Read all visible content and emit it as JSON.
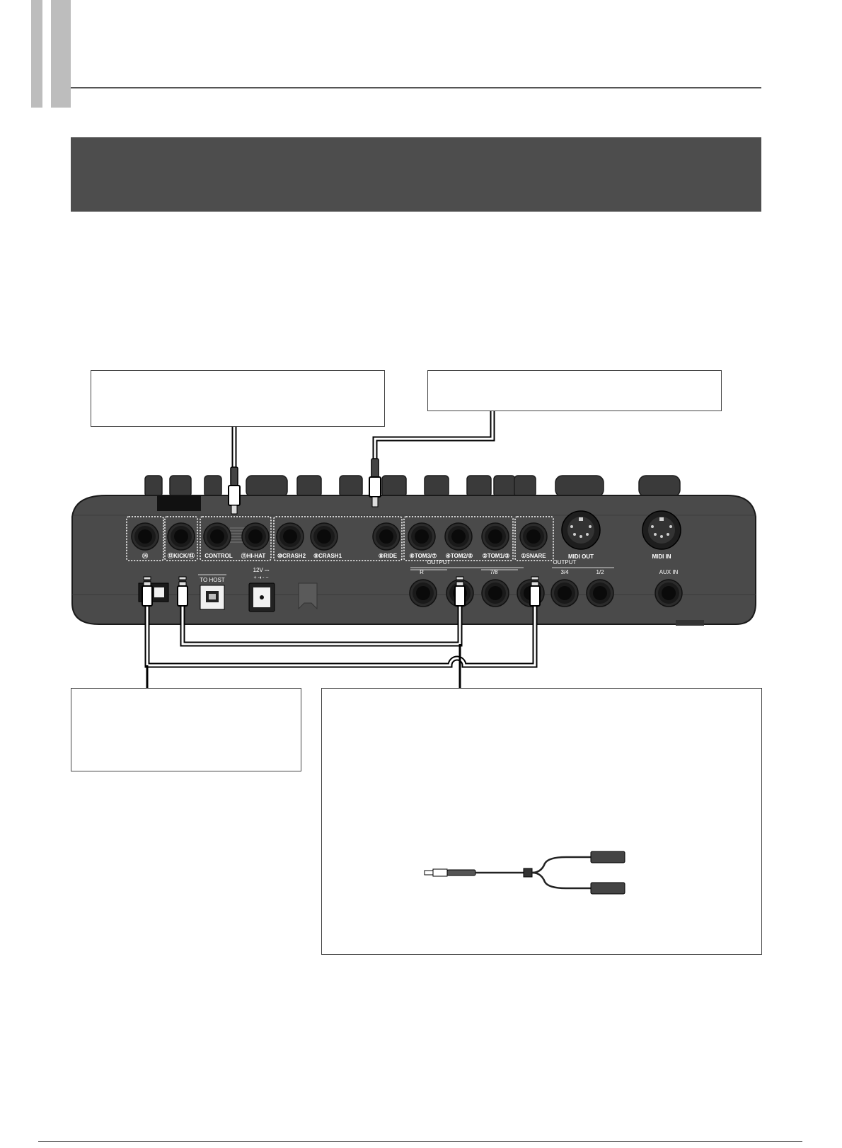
{
  "device": {
    "input_jack_labels": [
      "⑭",
      "⑫KICK/⑬",
      "CONTROL",
      "⑪HI-HAT",
      "⑩CRASH2",
      "⑨CRASH1",
      "⑧RIDE",
      "⑥TOM3/⑦",
      "④TOM2/⑤",
      "②TOM1/③",
      "①SNARE"
    ],
    "midi_out_label": "MIDI OUT",
    "midi_in_label": "MIDI IN",
    "to_host_label": "TO HOST",
    "power_label": "12V ⎓",
    "power_polarity": "+ -◐- −",
    "output_label_left": "OUTPUT",
    "output_label_right": "OUTPUT",
    "output_r_label": "R",
    "output_78_label": "7/8",
    "output_34_label": "3/4",
    "output_12_label": "1/2",
    "aux_in_label": "AUX IN"
  }
}
